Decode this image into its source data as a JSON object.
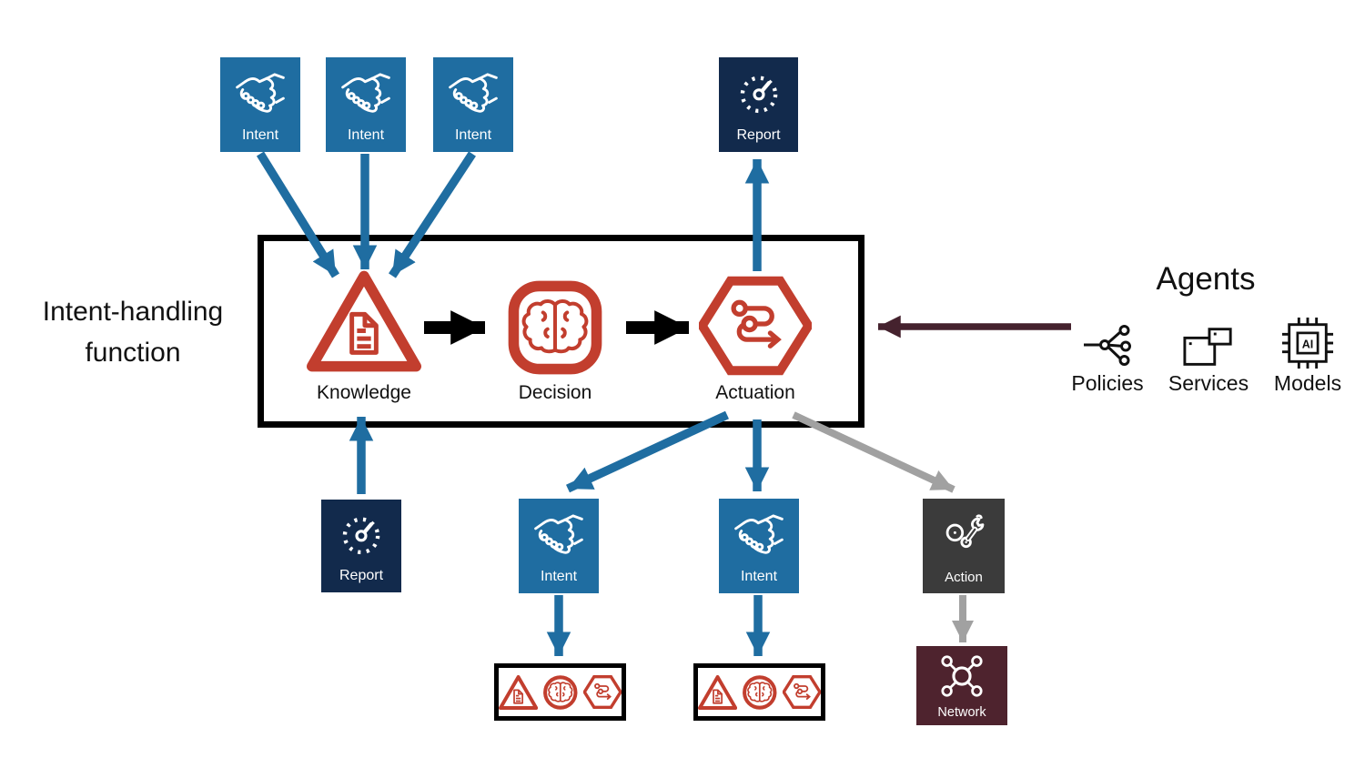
{
  "function_label": {
    "line1": "Intent-handling",
    "line2": "function"
  },
  "pipeline": {
    "knowledge": "Knowledge",
    "decision": "Decision",
    "actuation": "Actuation"
  },
  "top_intents": [
    {
      "label": "Intent"
    },
    {
      "label": "Intent"
    },
    {
      "label": "Intent"
    }
  ],
  "labels": {
    "top_report": "Report",
    "bottom_report": "Report",
    "action": "Action",
    "network": "Network"
  },
  "bottom_intents": [
    {
      "label": "Intent"
    },
    {
      "label": "Intent"
    }
  ],
  "agents": {
    "title": "Agents",
    "chip_text": "AI",
    "items": [
      {
        "label": "Policies"
      },
      {
        "label": "Services"
      },
      {
        "label": "Models"
      }
    ]
  },
  "colors": {
    "intent_blue": "#1F6DA1",
    "report_navy": "#122A4C",
    "pipeline_red": "#C23E2E",
    "action_dark_gray": "#3B3B3B",
    "action_arrow_gray": "#A1A1A1",
    "network_maroon": "#4E232E",
    "agents_arrow_maroon": "#45222E",
    "function_border_black": "#000000"
  }
}
